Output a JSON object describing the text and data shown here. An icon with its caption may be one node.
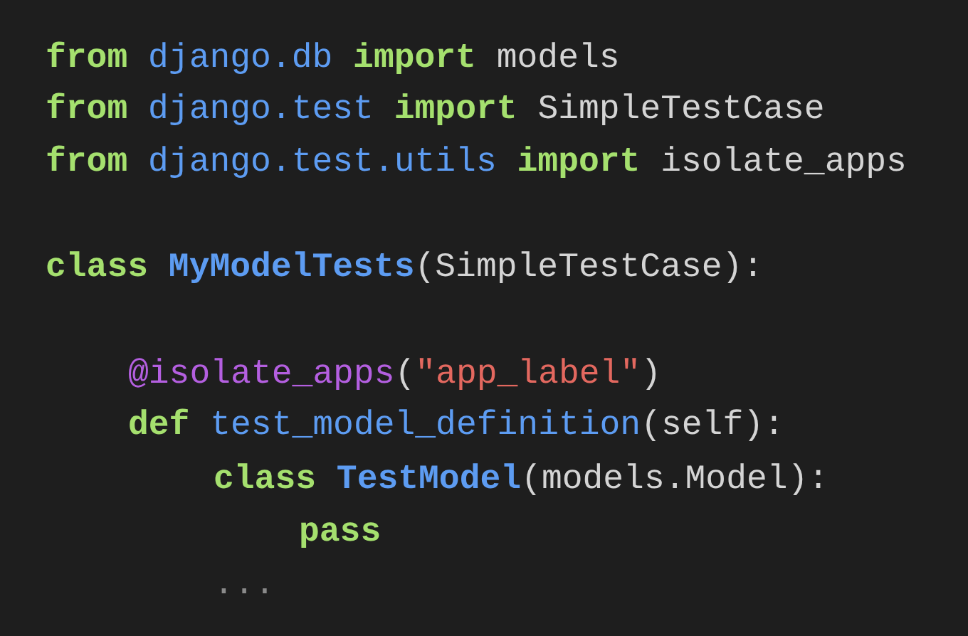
{
  "diagram": {
    "labels": [
      "from django.db import models",
      "from django.test import SimpleTestCase",
      "from django.test.utils import isolate_apps",
      "class MyModelTests(SimpleTestCase):",
      "@isolate_apps(\"app_label\")",
      "def test_model_definition(self):",
      "class TestModel(models.Model):",
      "pass",
      "..."
    ]
  }
}
